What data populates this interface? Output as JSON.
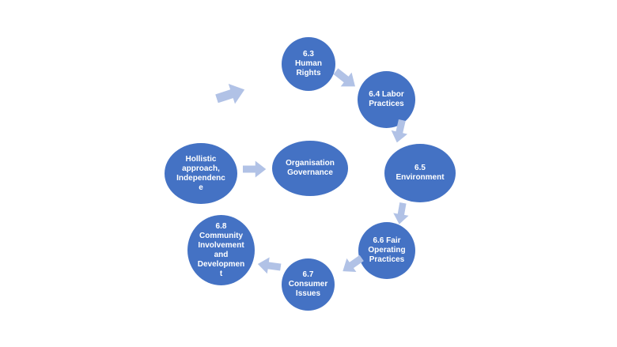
{
  "diagram": {
    "colors": {
      "node_fill": "#4472C4",
      "node_text": "#ffffff",
      "arrow_fill": "#b1c2e6",
      "background": "#ffffff"
    },
    "nodes": [
      {
        "id": "human-rights",
        "shape": "circle",
        "label": "6.3\nHuman\nRights"
      },
      {
        "id": "labor-practices",
        "shape": "circle",
        "label": "6.4 Labor\nPractices"
      },
      {
        "id": "environment",
        "shape": "ellipse",
        "label": "6.5\nEnvironment"
      },
      {
        "id": "fair-operating-practices",
        "shape": "circle",
        "label": "6.6 Fair\nOperating\nPractices"
      },
      {
        "id": "consumer-issues",
        "shape": "circle",
        "label": "6.7\nConsumer\nIssues"
      },
      {
        "id": "community-involvement",
        "shape": "ellipse",
        "label": "6.8\nCommunity\nInvolvement\nand\nDevelopmen\nt"
      },
      {
        "id": "holistic-approach",
        "shape": "ellipse",
        "label": "Hollistic\napproach,\nIndependenc\ne"
      },
      {
        "id": "organisation-governance",
        "shape": "ellipse",
        "label": "Organisation\nGovernance"
      }
    ],
    "arrows": [
      {
        "id": "entry-arrow",
        "from": "",
        "to": "human-rights"
      },
      {
        "id": "arrow-1",
        "from": "human-rights",
        "to": "labor-practices"
      },
      {
        "id": "arrow-2",
        "from": "labor-practices",
        "to": "environment"
      },
      {
        "id": "arrow-3",
        "from": "environment",
        "to": "fair-operating-practices"
      },
      {
        "id": "arrow-4",
        "from": "fair-operating-practices",
        "to": "consumer-issues"
      },
      {
        "id": "arrow-5",
        "from": "consumer-issues",
        "to": "community-involvement"
      },
      {
        "id": "arrow-6",
        "from": "holistic-approach",
        "to": "organisation-governance"
      }
    ]
  }
}
